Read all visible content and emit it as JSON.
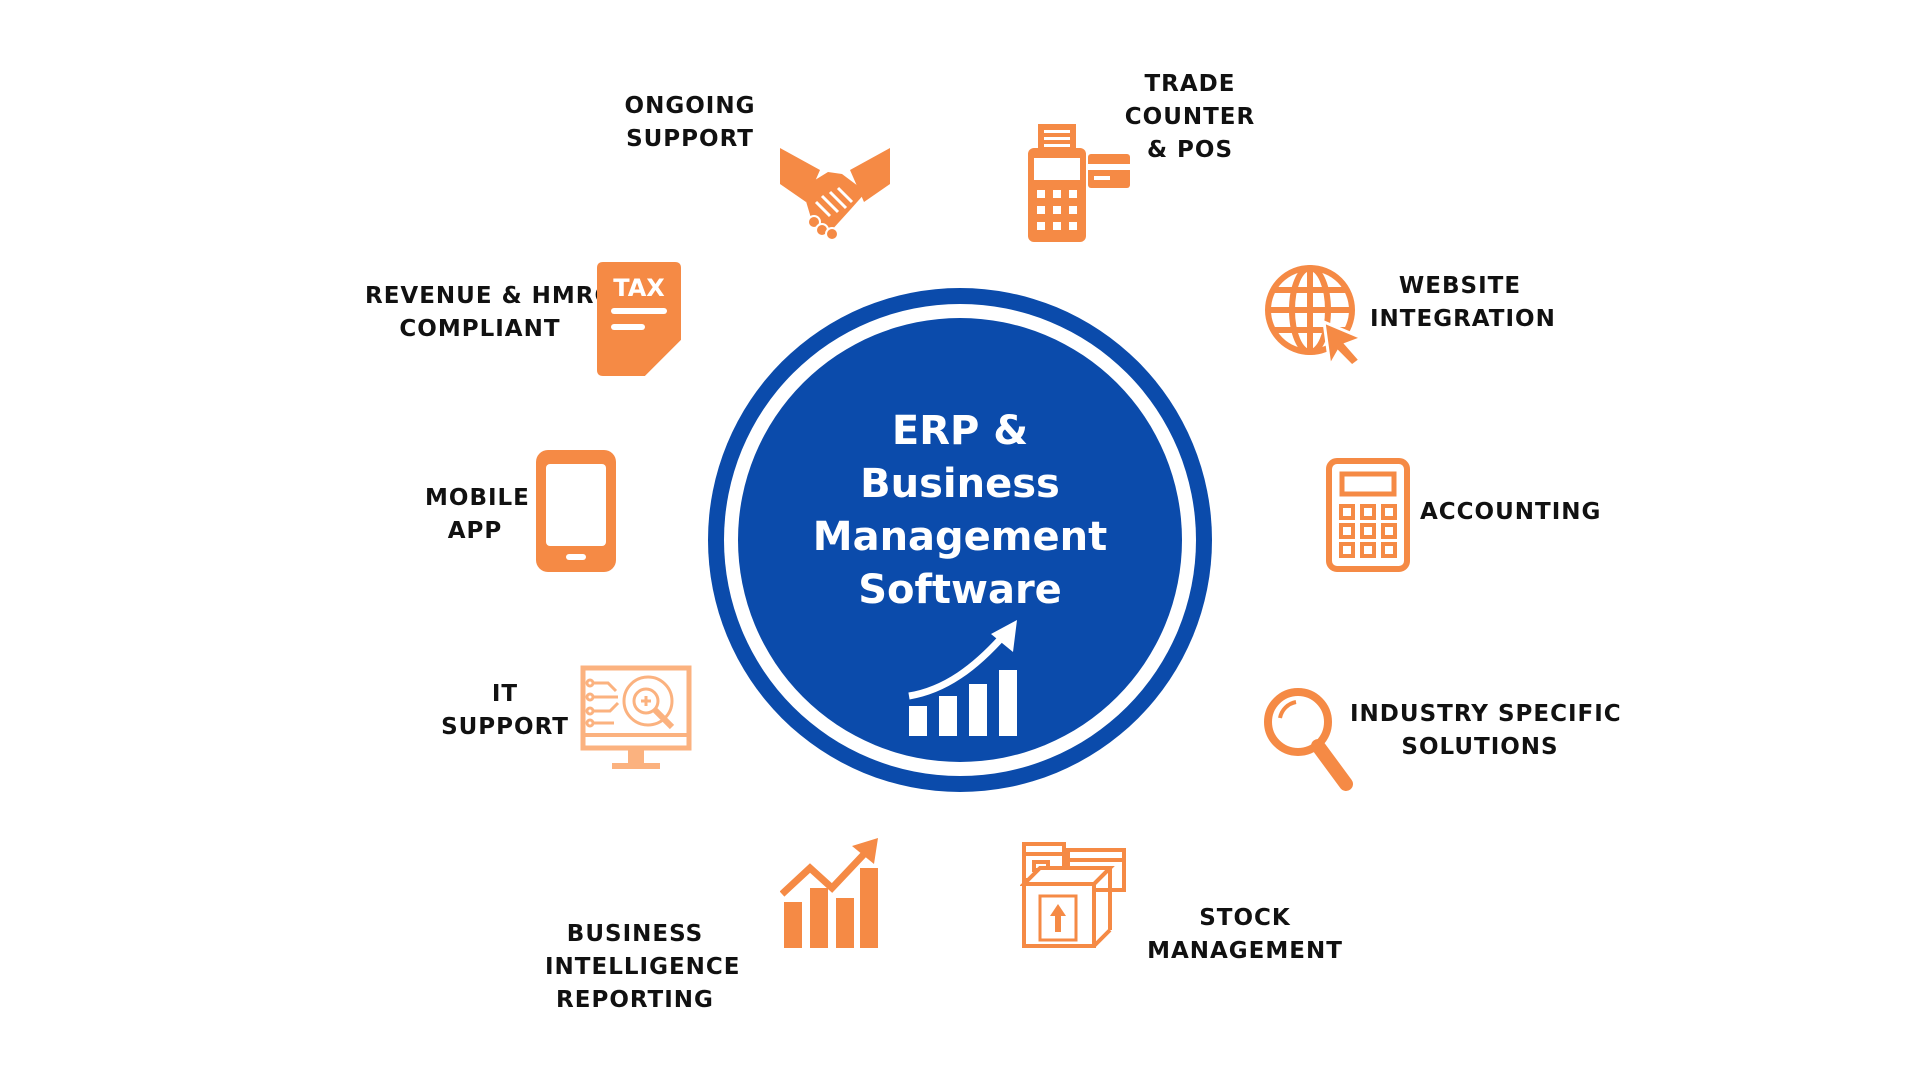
{
  "center": {
    "lines": [
      "ERP &",
      "Business",
      "Management",
      "Software"
    ],
    "icon": "growth-chart-arrow-icon"
  },
  "features": [
    {
      "id": "ongoing-support",
      "lines": [
        "ONGOING",
        "SUPPORT"
      ],
      "icon": "handshake-icon"
    },
    {
      "id": "trade-counter-pos",
      "lines": [
        "TRADE",
        "COUNTER",
        "& POS"
      ],
      "icon": "pos-terminal-icon"
    },
    {
      "id": "revenue-hmrc",
      "lines": [
        "REVENUE & HMRC",
        "COMPLIANT"
      ],
      "icon": "tax-document-icon"
    },
    {
      "id": "website-integration",
      "lines": [
        "WEBSITE",
        "INTEGRATION"
      ],
      "icon": "globe-cursor-icon"
    },
    {
      "id": "mobile-app",
      "lines": [
        "MOBILE",
        "APP"
      ],
      "icon": "smartphone-icon"
    },
    {
      "id": "accounting",
      "lines": [
        "ACCOUNTING"
      ],
      "icon": "calculator-icon"
    },
    {
      "id": "it-support",
      "lines": [
        "IT",
        "SUPPORT"
      ],
      "icon": "monitor-gear-icon"
    },
    {
      "id": "industry-specific",
      "lines": [
        "INDUSTRY SPECIFIC",
        "SOLUTIONS"
      ],
      "icon": "magnifier-icon"
    },
    {
      "id": "business-intelligence",
      "lines": [
        "BUSINESS",
        "INTELLIGENCE",
        "REPORTING"
      ],
      "icon": "bar-chart-arrow-icon"
    },
    {
      "id": "stock-management",
      "lines": [
        "STOCK",
        "MANAGEMENT"
      ],
      "icon": "boxes-icon"
    }
  ],
  "colors": {
    "accent": "#F58A45",
    "accent_light": "#FBB27F",
    "brand_blue": "#0B4BAB",
    "text": "#111111",
    "background": "#FFFFFF"
  }
}
